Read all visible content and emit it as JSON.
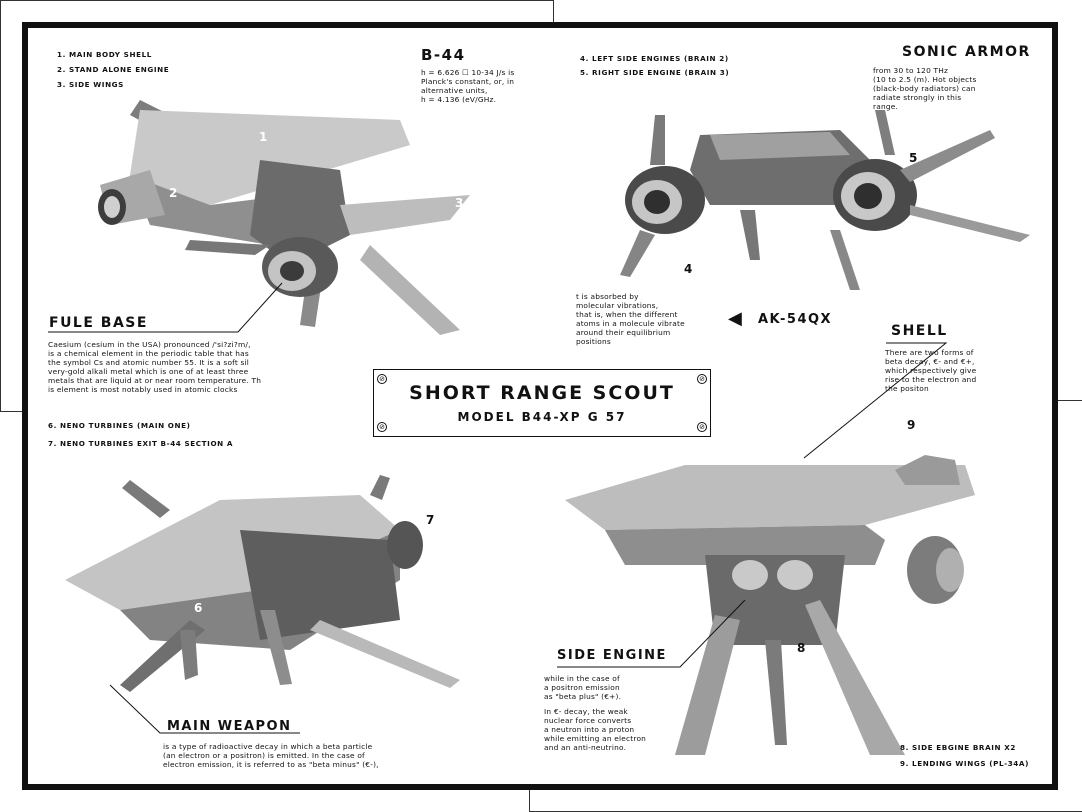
{
  "title_plate": {
    "title": "SHORT RANGE SCOUT",
    "subtitle": "MODEL B44-XP G 57",
    "screw_glyph": "⊘"
  },
  "parts_top_left": [
    "1. MAIN BODY SHELL",
    "2. STAND ALONE ENGINE",
    "3. SIDE WINGS"
  ],
  "parts_top_right": [
    "4. LEFT SIDE ENGINES (BRAIN 2)",
    "5. RIGHT SIDE ENGINE (BRAIN 3)"
  ],
  "parts_bottom_left": [
    "6. NENO TURBINES (MAIN ONE)",
    "7. NENO TURBINES EXIT B-44 SECTION A"
  ],
  "parts_bottom_right": [
    "8. SIDE EBGINE BRAIN X2",
    "9. LENDING WINGS (PL-34A)"
  ],
  "b44": {
    "heading": "B-44",
    "lines": [
      "h = 6.626 ☐ 10-34 J/s is",
      "Planck's constant, or, in",
      "alternative units,",
      "h = 4.136 (eV/GHz."
    ]
  },
  "sonic": {
    "heading": "SONIC ARMOR",
    "lines": [
      "from 30 to 120 THz",
      "(10 to 2.5 (m). Hot objects",
      "(black-body radiators) can",
      "radiate strongly in this",
      "range."
    ]
  },
  "fule": {
    "heading": "FULE BASE",
    "lines": [
      "Caesium (cesium in the USA) pronounced /'si?zi?m/,",
      "is a chemical element in the periodic table that has",
      "the symbol Cs and atomic number 55. It is a soft sil",
      "very-gold alkali metal which is one of at least three",
      "metals that are liquid at or near room temperature. Th",
      "is element is most notably used in atomic clocks"
    ]
  },
  "absorbed": {
    "lines": [
      "t is absorbed by",
      "molecular vibrations,",
      "that is, when the different",
      "atoms in a molecule vibrate",
      "around their equilibrium",
      "positions"
    ]
  },
  "ak": {
    "arrow": "◀",
    "label": "AK-54QX"
  },
  "shell": {
    "heading": "SHELL",
    "lines": [
      "There are two forms of",
      "beta decay, €- and €+,",
      "which respectively give",
      "rise to the electron and",
      "the positon"
    ]
  },
  "main_weapon": {
    "heading": "MAIN WEAPON",
    "lines": [
      "is a type of radioactive decay in which a beta particle",
      "(an electron or a positron) is emitted. In the case of",
      "electron emission, it is referred to as \"beta minus\" (€-),"
    ]
  },
  "side_engine": {
    "heading": "SIDE ENGINE",
    "lines": [
      "while in the case of",
      "a positron emission",
      "as \"beta plus\" (€+).",
      "",
      "In €- decay, the weak",
      "nuclear force converts",
      "a neutron into a proton",
      "while emitting an electron",
      "and an anti-neutrino."
    ]
  },
  "callouts": [
    "1",
    "2",
    "3",
    "4",
    "5",
    "6",
    "7",
    "8",
    "9"
  ],
  "colors": {
    "frame": "#111111",
    "ship_light": "#d6d6d6",
    "ship_mid": "#9a9a9a",
    "ship_dark": "#4a4a4a"
  }
}
